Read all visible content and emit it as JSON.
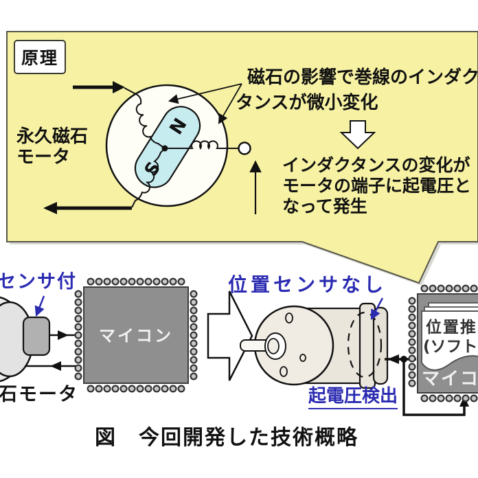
{
  "colors": {
    "bubble_yellow": "#f7f2a3",
    "rotor_cyan": "#c7ecef",
    "chip_gray": "#8f8f8f",
    "label_blue": "#2b2bb2"
  },
  "principle": {
    "tag": "原理",
    "motor_label": {
      "line1": "永久磁石",
      "line2": "モータ"
    },
    "rotor": {
      "north": "N",
      "south": "S"
    },
    "note_inductance": {
      "line1": "磁石の影響で巻線のインダク",
      "line2": "タンスが微小変化"
    },
    "note_emf": {
      "line1": "インダクタンスの変化が",
      "line2": "モータの端子に起電圧と",
      "line3": "なって発生"
    }
  },
  "conventional": {
    "sensor_label": "センサ付",
    "motor_label": "石モータ",
    "mcu_label": "マイコン"
  },
  "developed": {
    "sensorless_label": "位置センサなし",
    "emf_detect_label": "起電圧検出",
    "mcu_label": "マイコ",
    "estimation_note": {
      "line1": "位置推",
      "line2": "(ソフト"
    }
  },
  "caption": "図　今回開発した技術概略"
}
